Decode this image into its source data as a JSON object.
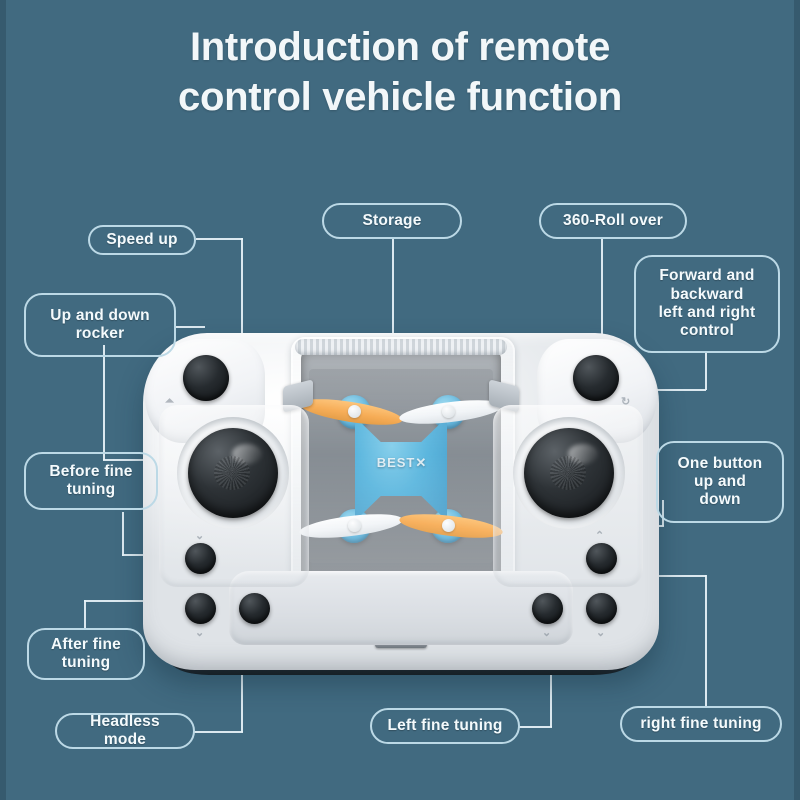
{
  "theme": {
    "background": "#416a80",
    "pill_border": "#bcd9e6",
    "text": "#f4fafc",
    "connector": "#e8f3f8",
    "drone_blue": "#39a8d8",
    "prop_orange": "#f79421",
    "shell_white": "#f1f3f6"
  },
  "title": {
    "line1": "Introduction of remote",
    "line2": "control vehicle function"
  },
  "device": {
    "drone_logo": "BEST",
    "drone_logo_mark": "star-x-icon"
  },
  "callouts": [
    {
      "id": "speed-up",
      "label": "Speed up"
    },
    {
      "id": "storage",
      "label": "Storage"
    },
    {
      "id": "roll-over",
      "label": "360-Roll over"
    },
    {
      "id": "up-down-rocker",
      "label": "Up and down\nrocker",
      "lines": [
        "Up and down",
        "rocker"
      ]
    },
    {
      "id": "forward-backward",
      "label": "Forward and backward left and right control",
      "lines": [
        "Forward and",
        "backward",
        "left and right",
        "control"
      ]
    },
    {
      "id": "before-fine-tuning",
      "label": "Before fine tuning",
      "lines": [
        "Before fine",
        "tuning"
      ]
    },
    {
      "id": "one-button-up-down",
      "label": "One button up and down",
      "lines": [
        "One button",
        "up and",
        "down"
      ]
    },
    {
      "id": "after-fine-tuning",
      "label": "After fine tuning",
      "lines": [
        "After fine",
        "tuning"
      ]
    },
    {
      "id": "headless-mode",
      "label": "Headless mode"
    },
    {
      "id": "left-fine-tuning",
      "label": "Left fine tuning"
    },
    {
      "id": "right-fine-tuning",
      "label": "right fine tuning"
    }
  ]
}
